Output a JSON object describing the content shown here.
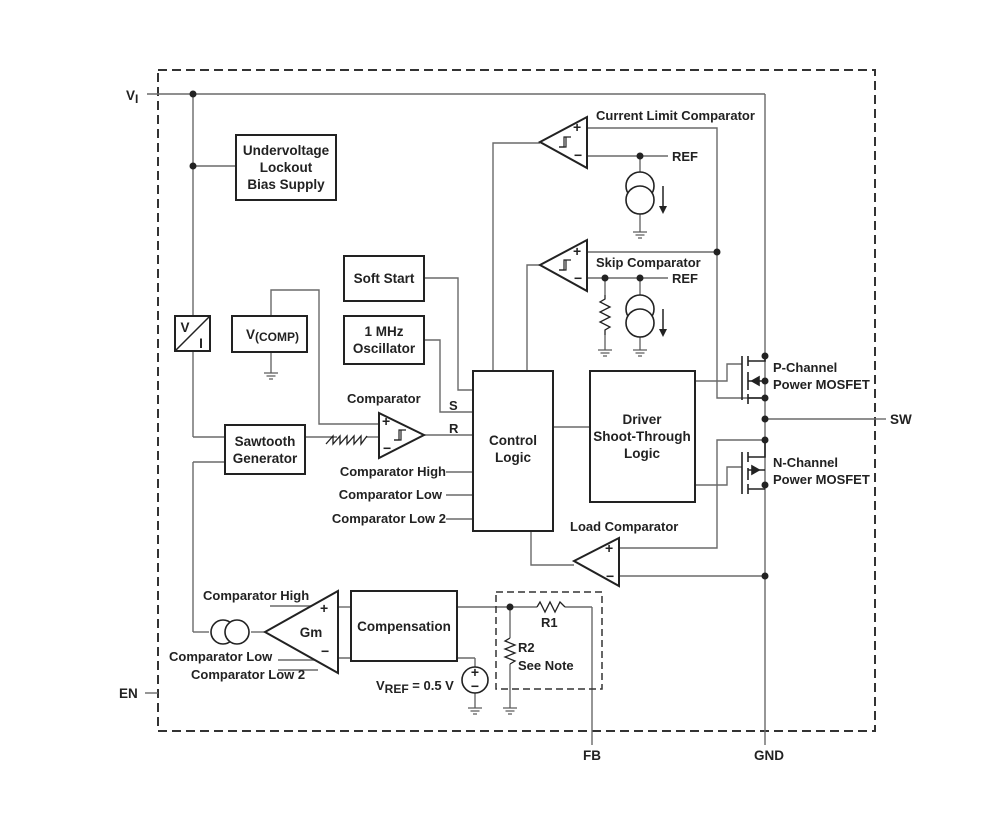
{
  "pins": {
    "vi": "V",
    "vi_sub": "I",
    "en": "EN",
    "sw": "SW",
    "fb": "FB",
    "gnd": "GND"
  },
  "blocks": {
    "uvlo": [
      "Undervoltage",
      "Lockout",
      "Bias Supply"
    ],
    "soft_start": "Soft Start",
    "oscillator": [
      "1 MHz",
      "Oscillator"
    ],
    "vcomp_main": "V",
    "vcomp_sub": "(COMP)",
    "vi_conv_top": "V",
    "vi_conv_bottom": "I",
    "sawtooth": [
      "Sawtooth",
      "Generator"
    ],
    "control_logic": [
      "Control",
      "Logic"
    ],
    "driver": [
      "Driver",
      "Shoot-Through",
      "Logic"
    ],
    "compensation": "Compensation",
    "gm": "Gm"
  },
  "labels": {
    "current_limit": "Current Limit Comparator",
    "skip": "Skip Comparator",
    "ref1": "REF",
    "ref2": "REF",
    "comparator": "Comparator",
    "s": "S",
    "r": "R",
    "comparator_high": "Comparator High",
    "comparator_low": "Comparator Low",
    "comparator_low2": "Comparator Low 2",
    "load_comparator": "Load Comparator",
    "p_channel": [
      "P-Channel",
      "Power MOSFET"
    ],
    "n_channel": [
      "N-Channel",
      "Power MOSFET"
    ],
    "gm_high": "Comparator High",
    "gm_low": "Comparator Low",
    "gm_low2": "Comparator Low 2",
    "r1": "R1",
    "r2": "R2",
    "see_note": "See Note",
    "vref_main": "V",
    "vref_sub": "REF",
    "vref_value": " = 0.5 V",
    "plus": "+",
    "minus": "−"
  }
}
